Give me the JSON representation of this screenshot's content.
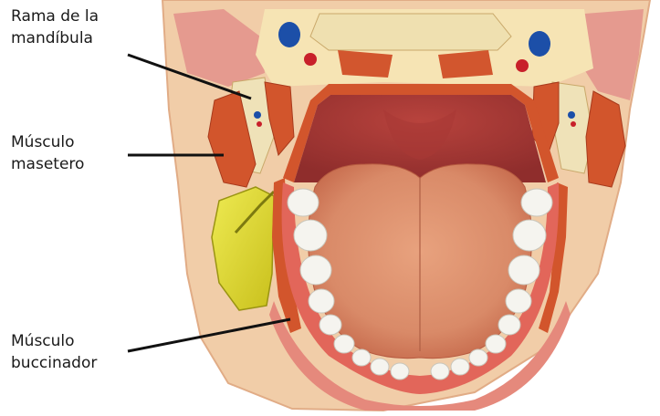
{
  "labels": {
    "rama": {
      "line1": "Rama de la",
      "line2": "mandíbula"
    },
    "masetero": {
      "line1": "Músculo",
      "line2": "masetero"
    },
    "buccinador": {
      "line1": "Músculo",
      "line2": "buccinador"
    }
  },
  "colors": {
    "skin": "#f2c8a8",
    "muscle": "#d2552c",
    "tongue": "#d9805f",
    "palate": "#c94b45",
    "teeth": "#f4f4f2",
    "gland": "#d9d62a",
    "bone": "#efe2b8",
    "fat": "#f6e6b5"
  }
}
